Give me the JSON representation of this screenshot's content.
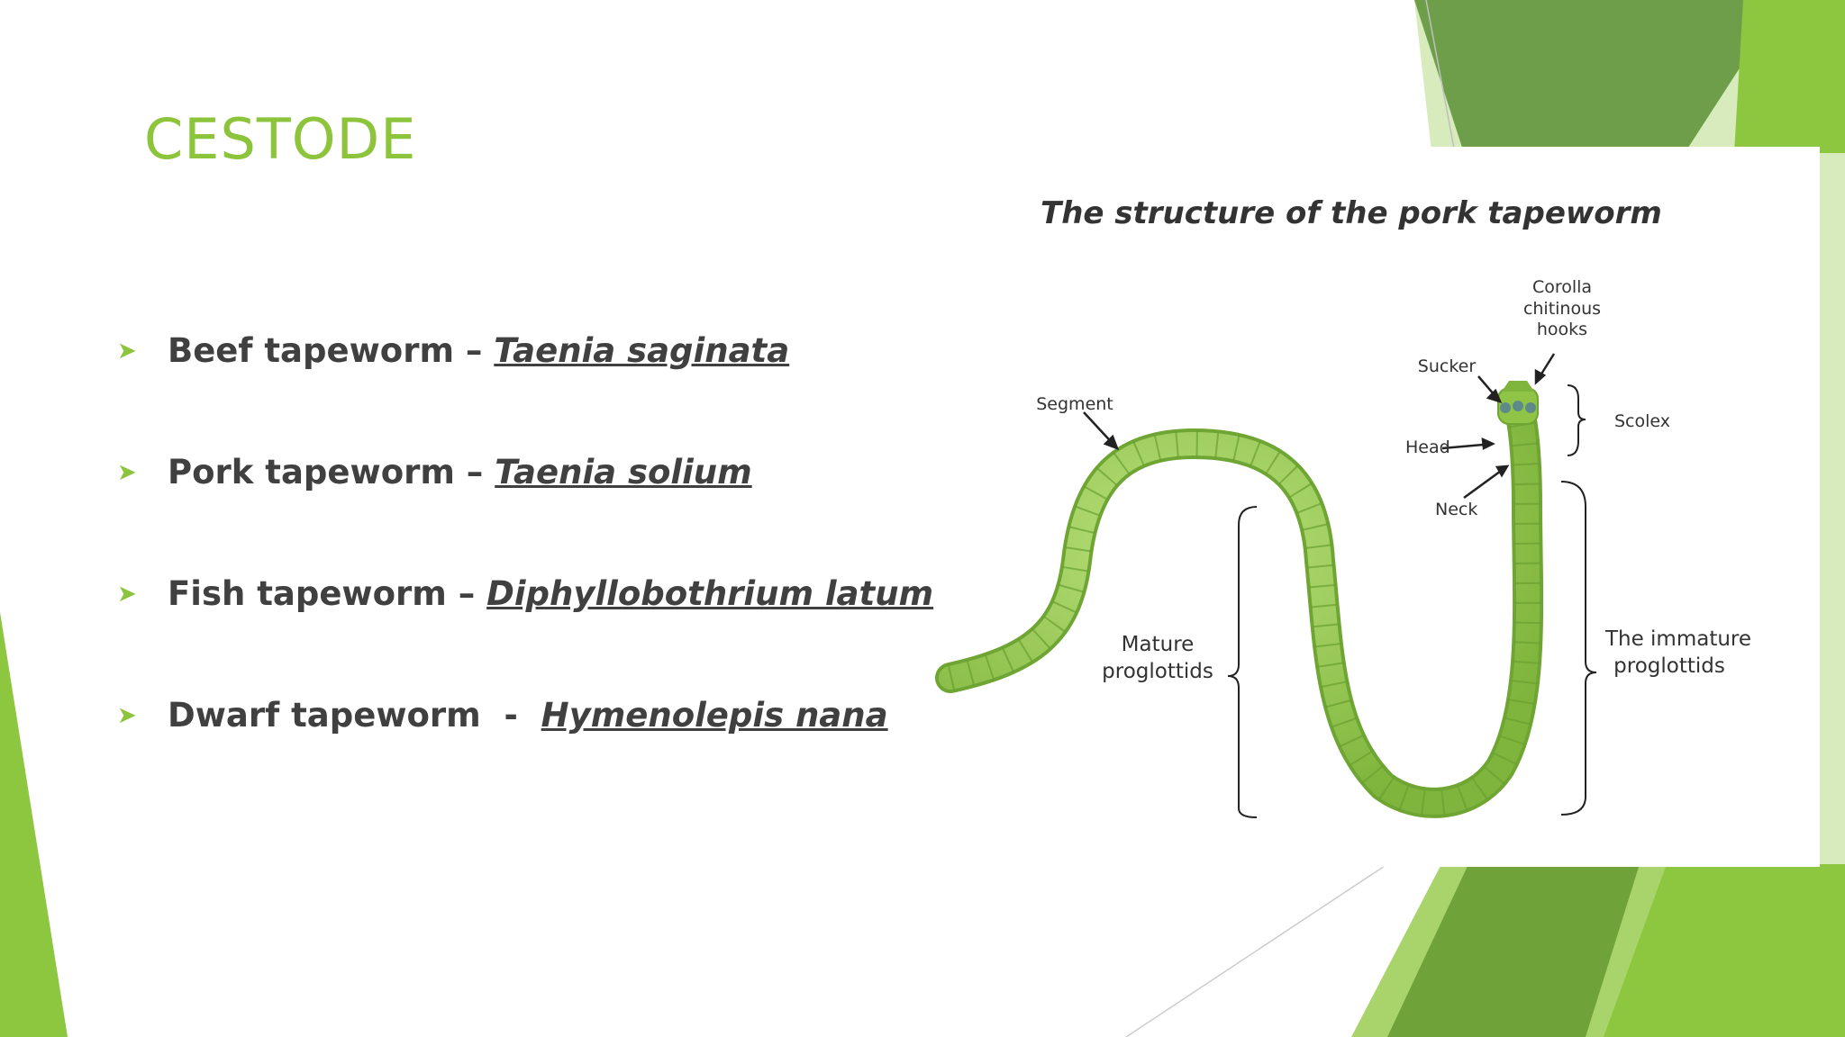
{
  "slide": {
    "title": "CESTODE",
    "accent_color": "#8cc43c"
  },
  "bullets": [
    {
      "common": "Beef tapeworm",
      "sep": " – ",
      "scientific": "Taenia saginata"
    },
    {
      "common": "Pork tapeworm",
      "sep": " – ",
      "scientific": "Taenia solium"
    },
    {
      "common": "Fish tapeworm",
      "sep": " – ",
      "scientific": "Diphyllobothrium latum"
    },
    {
      "common": "Dwarf tapeworm",
      "sep": "  -  ",
      "scientific": "Hymenolepis nana"
    }
  ],
  "bullet_icon": "arrowhead-bullet-icon",
  "figure": {
    "title": "The structure of the pork tapeworm",
    "worm_color": "#8fc447",
    "labels": {
      "segment": "Segment",
      "sucker": "Sucker",
      "corolla_1": "Corolla",
      "corolla_2": "chitinous",
      "corolla_3": "hooks",
      "scolex": "Scolex",
      "head": "Head",
      "neck": "Neck",
      "mature_1": "Mature",
      "mature_2": "proglottids",
      "immature_1": "The immature",
      "immature_2": "proglottids"
    }
  }
}
